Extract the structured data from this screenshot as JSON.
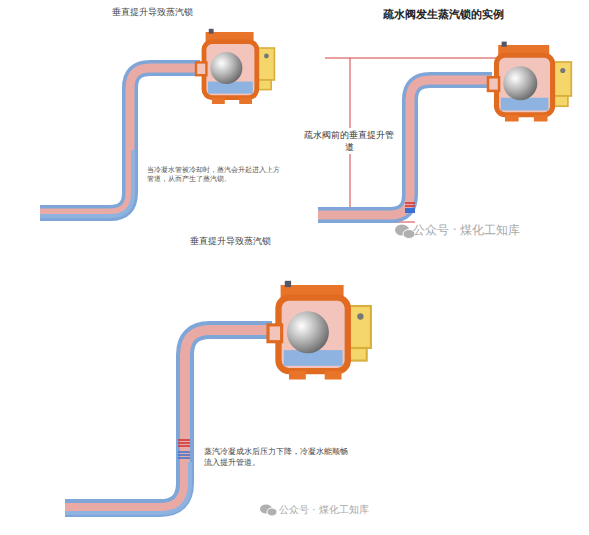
{
  "diagram": {
    "labels": [
      "垂直提升导致蒸汽锁",
      "当冷凝水管被冷却时，蒸汽会升起进入上方管道，从而产生了蒸汽锁。",
      "疏水阀发生蒸汽锁的实例",
      "疏水阀前的垂直提升管道",
      "公众号 · 煤化工知库",
      "垂直提升导致蒸汽锁",
      "蒸汽冷凝成水后压力下降，冷凝水能顺畅流入提升管道。",
      "公众号 · 煤化工知库"
    ]
  }
}
